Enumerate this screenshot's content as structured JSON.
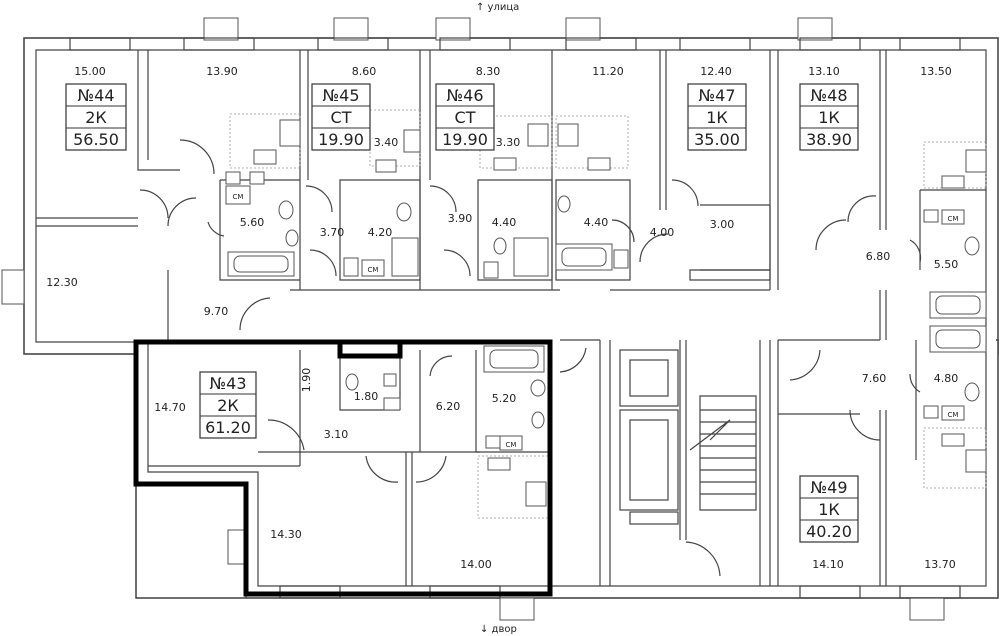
{
  "directions": {
    "top": "↑ улица",
    "bottom": "↓ двор"
  },
  "apartments": [
    {
      "number": "№44",
      "type": "2К",
      "area": "56.50"
    },
    {
      "number": "№45",
      "type": "СТ",
      "area": "19.90"
    },
    {
      "number": "№46",
      "type": "СТ",
      "area": "19.90"
    },
    {
      "number": "№47",
      "type": "1К",
      "area": "35.00"
    },
    {
      "number": "№48",
      "type": "1К",
      "area": "38.90"
    },
    {
      "number": "№43",
      "type": "2К",
      "area": "61.20"
    },
    {
      "number": "№49",
      "type": "1К",
      "area": "40.20"
    }
  ],
  "room_areas": [
    "15.00",
    "13.90",
    "8.60",
    "8.30",
    "11.20",
    "12.40",
    "13.10",
    "13.50",
    "3.40",
    "3.30",
    "5.60",
    "3.70",
    "4.20",
    "3.90",
    "4.40",
    "4.40",
    "4.00",
    "3.00",
    "6.80",
    "5.50",
    "12.30",
    "9.70",
    "14.70",
    "1.90",
    "1.80",
    "6.20",
    "5.20",
    "3.10",
    "7.60",
    "4.80",
    "14.30",
    "14.00",
    "14.10",
    "13.70"
  ],
  "fixture_label": "СМ"
}
